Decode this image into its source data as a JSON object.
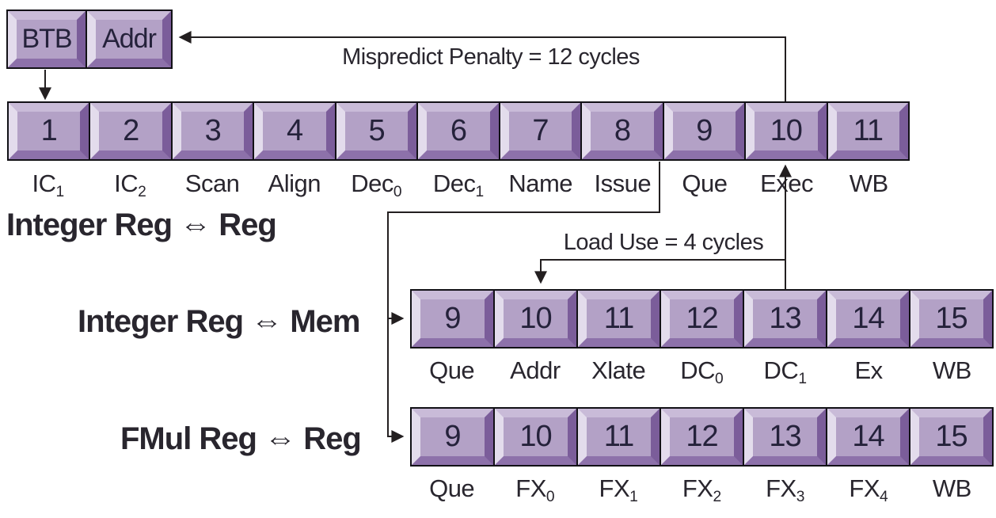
{
  "annotations": {
    "mispredict": "Mispredict Penalty = 12 cycles",
    "load_use": "Load Use = 4 cycles"
  },
  "btb": {
    "label": "BTB"
  },
  "addr": {
    "label": "Addr"
  },
  "row_titles": {
    "integer_reg_reg": "Integer Reg ⇔ Reg",
    "integer_reg_mem": "Integer Reg ⇔ Mem",
    "fmul_reg_reg": "FMul Reg ⇔ Reg"
  },
  "pipelines": [
    {
      "name": "main-pipeline",
      "cycles": [
        "1",
        "2",
        "3",
        "4",
        "5",
        "6",
        "7",
        "8",
        "9",
        "10",
        "11"
      ],
      "stages": [
        {
          "t": "IC",
          "s": "1"
        },
        {
          "t": "IC",
          "s": "2"
        },
        {
          "t": "Scan"
        },
        {
          "t": "Align"
        },
        {
          "t": "Dec",
          "s": "0"
        },
        {
          "t": "Dec",
          "s": "1"
        },
        {
          "t": "Name"
        },
        {
          "t": "Issue"
        },
        {
          "t": "Que"
        },
        {
          "t": "Exec"
        },
        {
          "t": "WB"
        }
      ]
    },
    {
      "name": "integer-mem-pipeline",
      "cycles": [
        "9",
        "10",
        "11",
        "12",
        "13",
        "14",
        "15"
      ],
      "stages": [
        {
          "t": "Que"
        },
        {
          "t": "Addr"
        },
        {
          "t": "Xlate"
        },
        {
          "t": "DC",
          "s": "0"
        },
        {
          "t": "DC",
          "s": "1"
        },
        {
          "t": "Ex"
        },
        {
          "t": "WB"
        }
      ]
    },
    {
      "name": "fmul-pipeline",
      "cycles": [
        "9",
        "10",
        "11",
        "12",
        "13",
        "14",
        "15"
      ],
      "stages": [
        {
          "t": "Que"
        },
        {
          "t": "FX",
          "s": "0"
        },
        {
          "t": "FX",
          "s": "1"
        },
        {
          "t": "FX",
          "s": "2"
        },
        {
          "t": "FX",
          "s": "3"
        },
        {
          "t": "FX",
          "s": "4"
        },
        {
          "t": "WB"
        }
      ]
    }
  ],
  "colors": {
    "box-face": "#b3a1c6",
    "bevel-top": "#c9bbd8",
    "bevel-left": "#e3dcec",
    "bevel-right": "#7b5d9a",
    "bevel-bottom": "#8d71aa",
    "box-outline": "#121116",
    "box-number": "#25223b",
    "label-text": "#29262e",
    "line": "#231f20"
  }
}
